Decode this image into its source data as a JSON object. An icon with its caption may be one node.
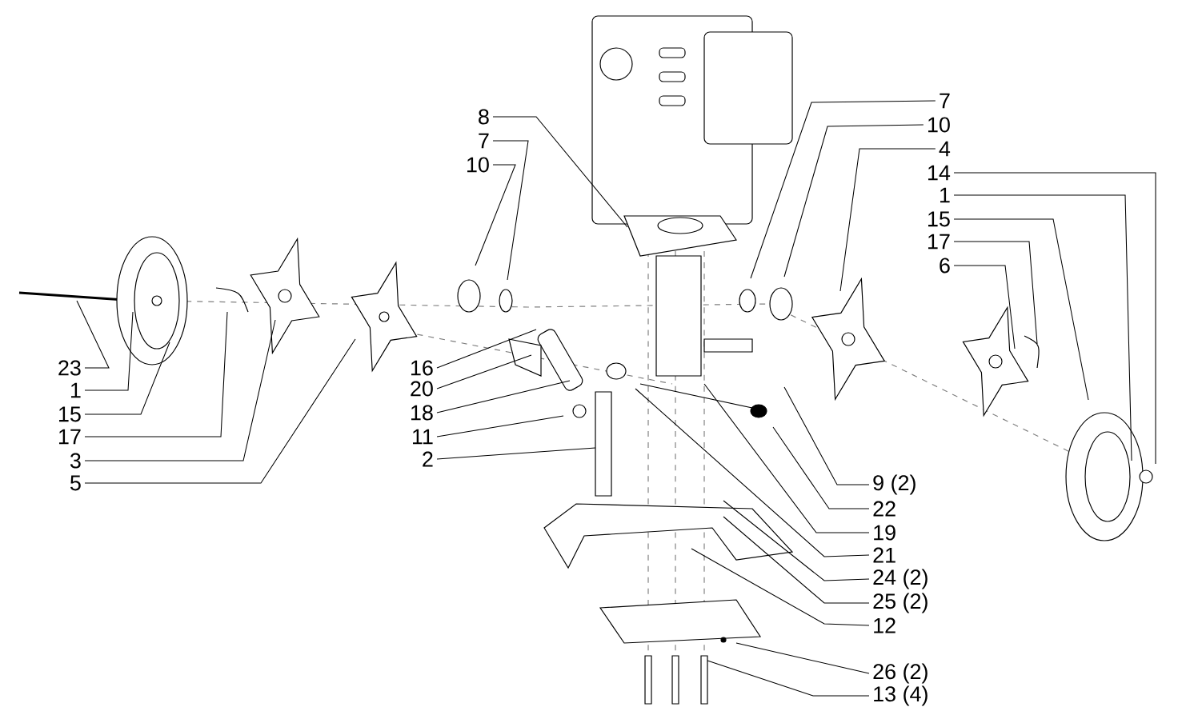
{
  "diagram": {
    "nodes": [
      {
        "text": [
          "8"
        ]
      },
      {
        "text": [
          "7"
        ]
      },
      {
        "text": [
          "10"
        ]
      },
      {
        "text": [
          "7"
        ]
      },
      {
        "text": [
          "10"
        ]
      },
      {
        "text": [
          "4"
        ]
      },
      {
        "text": [
          "14"
        ]
      },
      {
        "text": [
          "1"
        ]
      },
      {
        "text": [
          "15"
        ]
      },
      {
        "text": [
          "17"
        ]
      },
      {
        "text": [
          "6"
        ]
      },
      {
        "text": [
          "23"
        ]
      },
      {
        "text": [
          "1"
        ]
      },
      {
        "text": [
          "15"
        ]
      },
      {
        "text": [
          "17"
        ]
      },
      {
        "text": [
          "3"
        ]
      },
      {
        "text": [
          "5"
        ]
      },
      {
        "text": [
          "16"
        ]
      },
      {
        "text": [
          "20"
        ]
      },
      {
        "text": [
          "18"
        ]
      },
      {
        "text": [
          "11"
        ]
      },
      {
        "text": [
          "2"
        ]
      },
      {
        "text": [
          "9 (2)"
        ]
      },
      {
        "text": [
          "22"
        ]
      },
      {
        "text": [
          "19"
        ]
      },
      {
        "text": [
          "21"
        ]
      },
      {
        "text": [
          "24 (2)"
        ]
      },
      {
        "text": [
          "25 (2)"
        ]
      },
      {
        "text": [
          "12"
        ]
      },
      {
        "text": [
          "26 (2)"
        ]
      },
      {
        "text": [
          "13 (4)"
        ]
      }
    ],
    "edges": [
      {
        "from": 0,
        "to": null,
        "arrow": "none"
      },
      {
        "from": 1,
        "to": null,
        "arrow": "none"
      },
      {
        "from": 2,
        "to": null,
        "arrow": "none"
      },
      {
        "from": 3,
        "to": null,
        "arrow": "none"
      },
      {
        "from": 4,
        "to": null,
        "arrow": "none"
      },
      {
        "from": 5,
        "to": null,
        "arrow": "none"
      },
      {
        "from": 6,
        "to": null,
        "arrow": "none"
      },
      {
        "from": 7,
        "to": null,
        "arrow": "none"
      },
      {
        "from": 8,
        "to": null,
        "arrow": "none"
      },
      {
        "from": 9,
        "to": null,
        "arrow": "none"
      },
      {
        "from": 10,
        "to": null,
        "arrow": "none"
      },
      {
        "from": 11,
        "to": null,
        "arrow": "none"
      },
      {
        "from": 12,
        "to": null,
        "arrow": "none"
      },
      {
        "from": 13,
        "to": null,
        "arrow": "none"
      },
      {
        "from": 14,
        "to": null,
        "arrow": "none"
      },
      {
        "from": 15,
        "to": null,
        "arrow": "none"
      },
      {
        "from": 16,
        "to": null,
        "arrow": "none"
      },
      {
        "from": 17,
        "to": null,
        "arrow": "none"
      },
      {
        "from": 18,
        "to": null,
        "arrow": "none"
      },
      {
        "from": 19,
        "to": null,
        "arrow": "none"
      },
      {
        "from": 20,
        "to": null,
        "arrow": "none"
      },
      {
        "from": 21,
        "to": null,
        "arrow": "none"
      },
      {
        "from": 22,
        "to": null,
        "arrow": "none"
      },
      {
        "from": 23,
        "to": null,
        "arrow": "none"
      },
      {
        "from": 24,
        "to": null,
        "arrow": "none"
      },
      {
        "from": 25,
        "to": null,
        "arrow": "none"
      },
      {
        "from": 26,
        "to": null,
        "arrow": "none"
      },
      {
        "from": 27,
        "to": null,
        "arrow": "none"
      },
      {
        "from": 28,
        "to": null,
        "arrow": "none"
      },
      {
        "from": 29,
        "to": null,
        "arrow": "none"
      },
      {
        "from": 30,
        "to": null,
        "arrow": "none"
      }
    ]
  }
}
